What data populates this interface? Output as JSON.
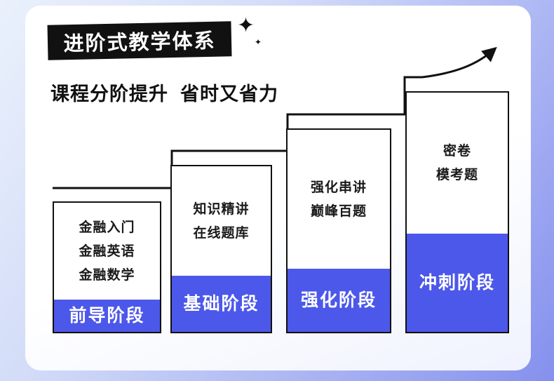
{
  "header": {
    "badge": "进阶式教学体系",
    "subtitle": "课程分阶提升  省时又省力",
    "sparkle": "✦"
  },
  "stages": [
    {
      "label": "前导阶段",
      "items": [
        "金融入门",
        "金融英语",
        "金融数学"
      ]
    },
    {
      "label": "基础阶段",
      "items": [
        "知识精讲",
        "在线题库"
      ]
    },
    {
      "label": "强化阶段",
      "items": [
        "强化串讲",
        "巅峰百题"
      ]
    },
    {
      "label": "冲刺阶段",
      "items": [
        "密卷",
        "模考题"
      ]
    }
  ],
  "colors": {
    "stage_band": "#4c58e9",
    "badge_bg": "#111111",
    "line": "#111111"
  }
}
